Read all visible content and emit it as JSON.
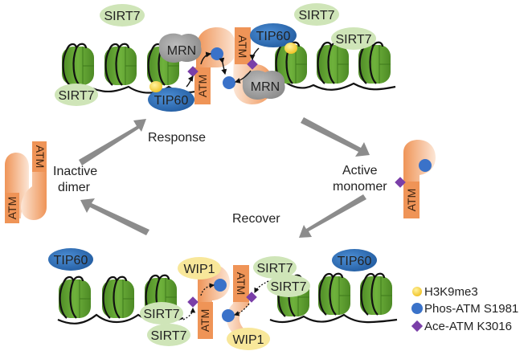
{
  "diagram": {
    "title": "ATM activation and recovery cycle",
    "colors": {
      "nucleosome": "#5a9a2e",
      "sirt7": "#cfe5b8",
      "tip60": "#2f6fb3",
      "mrn": "#9a9a9a",
      "atm_light": "#fbe2cf",
      "atm_dark": "#ef9457",
      "wip1": "#f8e79a",
      "h3k9me3": "#f5d23c",
      "phos": "#3a72c9",
      "ace": "#7a3fa8",
      "arrow": "#8c8c8c"
    },
    "top_panel": {
      "proteins": {
        "sirt7_a": "SIRT7",
        "sirt7_b": "SIRT7",
        "sirt7_c": "SIRT7",
        "sirt7_d": "SIRT7",
        "mrn_left": "MRN",
        "mrn_right": "MRN",
        "tip60_left": "TIP60",
        "tip60_right": "TIP60",
        "atm_left": "ATM",
        "atm_right": "ATM"
      }
    },
    "cycle": {
      "response_label": "Response",
      "recover_label": "Recover",
      "inactive_label_line1": "Inactive",
      "inactive_label_line2": "dimer",
      "active_label_line1": "Active",
      "active_label_line2": "monomer",
      "dimer_atm_top": "ATM",
      "dimer_atm_bottom": "ATM",
      "monomer_atm": "ATM"
    },
    "bottom_panel": {
      "proteins": {
        "tip60_left": "TIP60",
        "tip60_right": "TIP60",
        "wip1_top": "WIP1",
        "wip1_bottom": "WIP1",
        "sirt7_a": "SIRT7",
        "sirt7_b": "SIRT7",
        "sirt7_c": "SIRT7",
        "sirt7_d": "SIRT7",
        "atm_left": "ATM",
        "atm_right": "ATM"
      }
    },
    "legend": [
      {
        "label": "H3K9me3",
        "shape": "circle",
        "color": "#f5d23c"
      },
      {
        "label": "Phos-ATM S1981",
        "shape": "circle",
        "color": "#3a72c9"
      },
      {
        "label": "Ace-ATM K3016",
        "shape": "diamond",
        "color": "#7a3fa8"
      }
    ]
  }
}
